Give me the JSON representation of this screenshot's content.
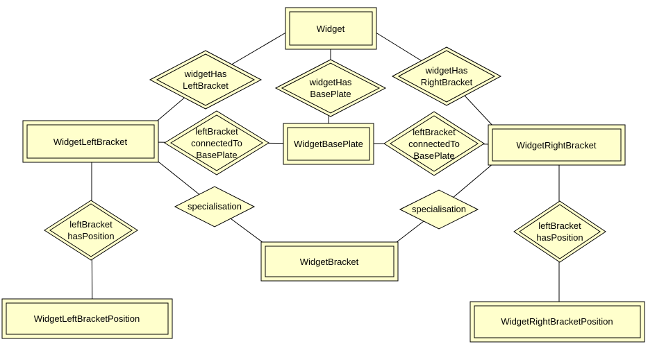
{
  "diagram": {
    "type": "entity-relationship-diagram",
    "colors": {
      "background": "#FFFFFF",
      "shape_fill": "#FFFFCC",
      "shape_stroke": "#000000",
      "edge_color": "#000000",
      "text_color": "#000000"
    },
    "entities": {
      "widget": {
        "label": "Widget"
      },
      "widget_left_bracket": {
        "label": "WidgetLeftBracket"
      },
      "widget_base_plate": {
        "label": "WidgetBasePlate"
      },
      "widget_right_bracket": {
        "label": "WidgetRightBracket"
      },
      "widget_bracket": {
        "label": "WidgetBracket"
      },
      "widget_left_bracket_position": {
        "label": "WidgetLeftBracketPosition"
      },
      "widget_right_bracket_position": {
        "label": "WidgetRightBracketPosition"
      }
    },
    "relationships": {
      "widget_has_left_bracket": {
        "lines": [
          "widgetHas",
          "LeftBracket"
        ]
      },
      "widget_has_base_plate": {
        "lines": [
          "widgetHas",
          "BasePlate"
        ]
      },
      "widget_has_right_bracket": {
        "lines": [
          "widgetHas",
          "RightBracket"
        ]
      },
      "left_bracket_connected_to_base_plate_left": {
        "lines": [
          "leftBracket",
          "connectedTo",
          "BasePlate"
        ]
      },
      "left_bracket_connected_to_base_plate_right": {
        "lines": [
          "leftBracket",
          "connectedTo",
          "BasePlate"
        ]
      },
      "specialisation_left": {
        "lines": [
          "specialisation"
        ]
      },
      "specialisation_right": {
        "lines": [
          "specialisation"
        ]
      },
      "left_bracket_has_position_left": {
        "lines": [
          "leftBracket",
          "hasPosition"
        ]
      },
      "left_bracket_has_position_right": {
        "lines": [
          "leftBracket",
          "hasPosition"
        ]
      }
    }
  }
}
